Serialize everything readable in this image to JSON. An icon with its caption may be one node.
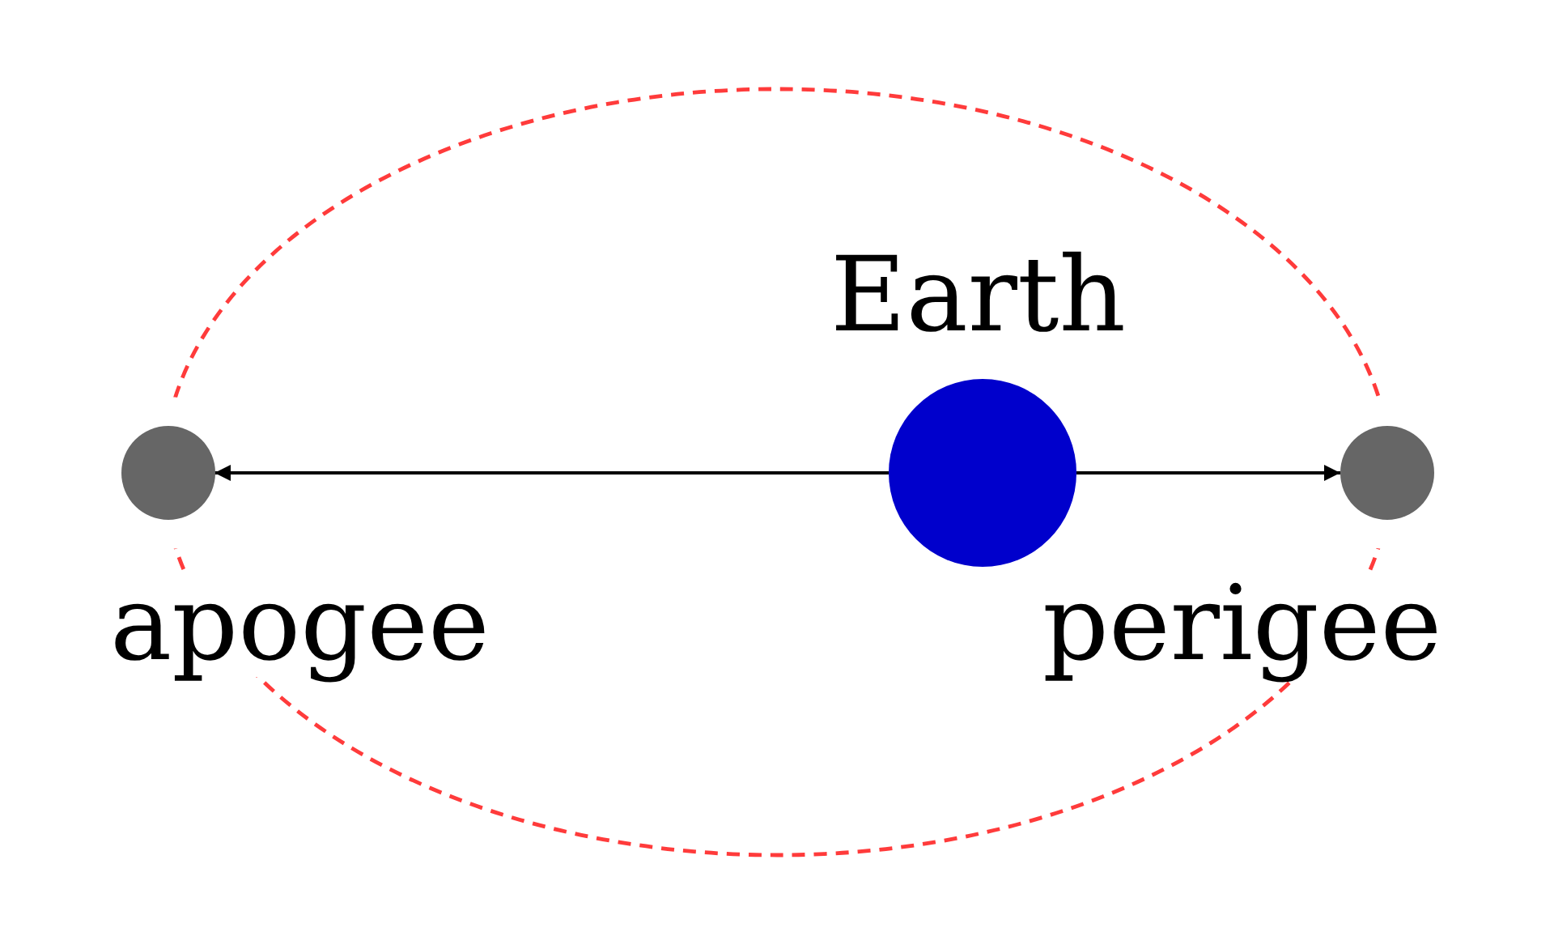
{
  "diagram": {
    "nodes": [
      {
        "text": [
          "Earth"
        ]
      },
      {
        "text": [
          "apogee"
        ]
      },
      {
        "text": [
          "perigee"
        ]
      }
    ],
    "edges": [
      {
        "from": 0,
        "to": 1,
        "arrow": "to"
      },
      {
        "from": 0,
        "to": 2,
        "arrow": "to"
      }
    ]
  }
}
